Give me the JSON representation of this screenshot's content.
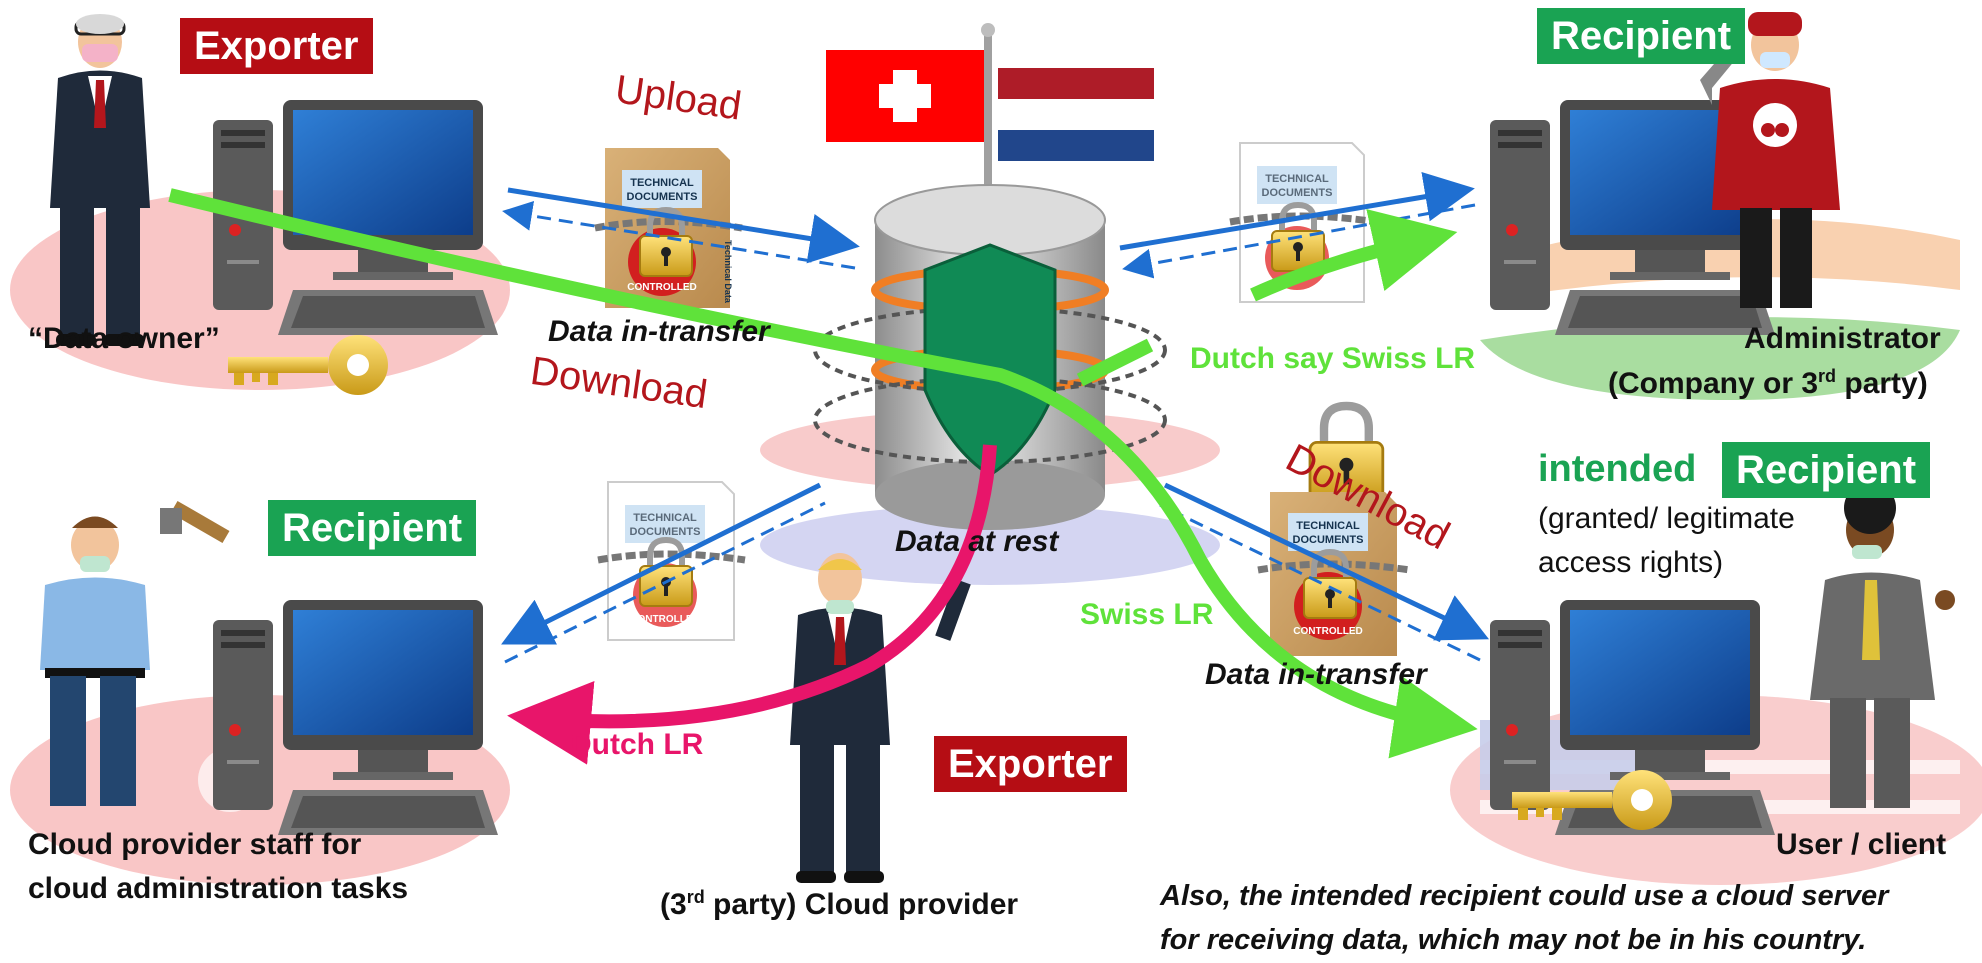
{
  "labels": {
    "exporter_top": "Exporter",
    "recipient_top_right": "Recipient",
    "recipient_left": "Recipient",
    "intended_prefix": "intended",
    "recipient_right": "Recipient",
    "exporter_bottom": "Exporter",
    "upload": "Upload",
    "download_left": "Download",
    "download_right": "Download",
    "data_owner": "“Data owner”",
    "data_in_transfer_left": "Data in-transfer",
    "data_in_transfer_right": "Data in-transfer",
    "data_at_rest": "Data at rest",
    "dutch_say_swiss_lr": "Dutch say Swiss LR",
    "swiss_lr": "Swiss LR",
    "dutch_lr": "Dutch LR",
    "administrator_line1": "Administrator",
    "administrator_line2_pre": "(Company or 3",
    "administrator_line2_sup": "rd",
    "administrator_line2_post": " party)",
    "granted_line1": "(granted/ legitimate",
    "granted_line2": "access rights)",
    "cloud_staff_line1": "Cloud provider staff for",
    "cloud_staff_line2": "cloud administration tasks",
    "cloud_provider_pre": "(3",
    "cloud_provider_sup": "rd",
    "cloud_provider_post": " party) Cloud provider",
    "user_client": "User / client",
    "note_line1": "Also, the intended recipient could use a cloud server",
    "note_line2": "for receiving data, which may not be in his country."
  },
  "document": {
    "title_line1": "TECHNICAL",
    "title_line2": "DOCUMENTS",
    "spine": "Technical Data",
    "stamp": "CONTROLLED"
  },
  "colors": {
    "exporter_red": "#b50d14",
    "recipient_green": "#1aa353",
    "arrow_blue": "#1f6fd1",
    "flow_green": "#5fe23a",
    "flow_pink": "#e8156a",
    "swiss_red": "#ff0000",
    "dutch_red": "#ae1c28",
    "dutch_blue": "#21468b"
  },
  "icons": [
    "computer-icon",
    "person-icon",
    "key-icon",
    "padlock-icon",
    "database-icon",
    "flag-icon",
    "document-icon",
    "chain-icon"
  ]
}
